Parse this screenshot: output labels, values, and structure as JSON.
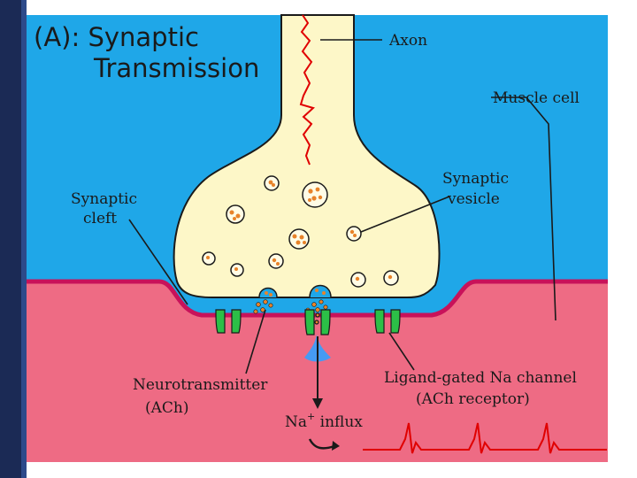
{
  "title": {
    "line1": "(A):  Synaptic",
    "line2": "Transmission"
  },
  "labels": {
    "axon": "Axon",
    "muscle_cell": "Muscle cell",
    "synaptic_vesicle_1": "Synaptic",
    "synaptic_vesicle_2": "vesicle",
    "synaptic_cleft_1": "Synaptic",
    "synaptic_cleft_2": "cleft",
    "neurotransmitter_1": "Neurotransmitter",
    "neurotransmitter_2": "(ACh)",
    "channel_1": "Ligand-gated Na channel",
    "channel_2": "(ACh receptor)",
    "na_influx": "Na",
    "na_plus": "+",
    "na_influx_rest": " influx"
  },
  "colors": {
    "extracellular": "#1fa7e8",
    "muscle": "#ee6b84",
    "membrane": "#c8125a",
    "axon_fill": "#fdf7c8",
    "signal": "#e00000",
    "receptor": "#2cbf47",
    "vesicle_dots": "#e8832a",
    "na_flow": "#33a0ff"
  }
}
